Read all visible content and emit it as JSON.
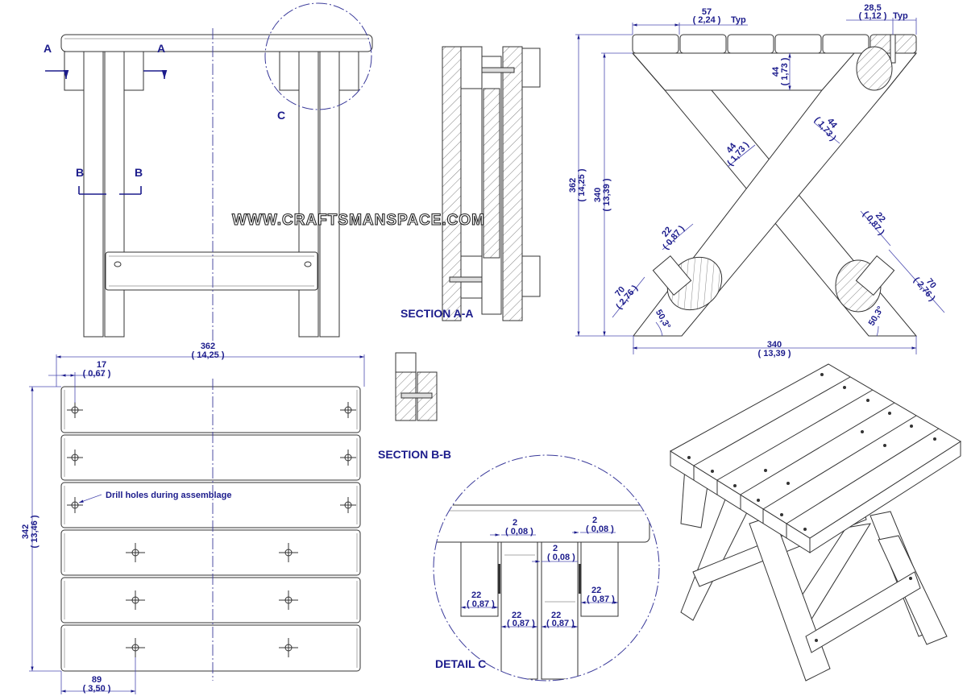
{
  "watermark": "WWW.CRAFTSMANSPACE.COM",
  "labels": {
    "section_a": "A",
    "section_b": "B",
    "detail_c": "C",
    "section_aa": "SECTION A-A",
    "section_bb": "SECTION B-B",
    "detail_c_title": "DETAIL C",
    "drill_note": "Drill holes during assemblage",
    "typ": "Typ"
  },
  "dims": {
    "slat_width": {
      "v": "57",
      "i": "( 2,24 )"
    },
    "half_slat": {
      "v": "28,5",
      "i": "( 1,12 )"
    },
    "rail_height": {
      "v": "44",
      "i": "( 1,73 )"
    },
    "leg_width_left": {
      "v": "44",
      "i": "( 1,73 )"
    },
    "leg_width_right": {
      "v": "44",
      "i": "( 1,73 )"
    },
    "total_height": {
      "v": "362",
      "i": "( 14,25 )"
    },
    "leg_height": {
      "v": "340",
      "i": "( 13,39 )"
    },
    "stretcher_left": {
      "v": "22",
      "i": "( 0,87 )"
    },
    "stretcher_right": {
      "v": "22",
      "i": "( 0,87 )"
    },
    "foot_left": {
      "v": "70",
      "i": "( 2,76 )"
    },
    "foot_right": {
      "v": "70",
      "i": "( 2,76 )"
    },
    "angle_left": "50,3°",
    "angle_right": "50,3°",
    "base_width": {
      "v": "340",
      "i": "( 13,39 )"
    },
    "top_length": {
      "v": "362",
      "i": "( 14,25 )"
    },
    "hole_offset": {
      "v": "17",
      "i": "( 0,67 )"
    },
    "top_depth": {
      "v": "342",
      "i": "( 13,46 )"
    },
    "hole_spacing": {
      "v": "89",
      "i": "( 3,50 )"
    },
    "gap_1": {
      "v": "2",
      "i": "( 0,08 )"
    },
    "gap_2": {
      "v": "2",
      "i": "( 0,08 )"
    },
    "gap_3": {
      "v": "2",
      "i": "( 0,08 )"
    },
    "leg_thk_1": {
      "v": "22",
      "i": "( 0,87 )"
    },
    "leg_thk_2": {
      "v": "22",
      "i": "( 0,87 )"
    },
    "leg_thk_3": {
      "v": "22",
      "i": "( 0,87 )"
    },
    "leg_thk_4": {
      "v": "22",
      "i": "( 0,87 )"
    }
  }
}
